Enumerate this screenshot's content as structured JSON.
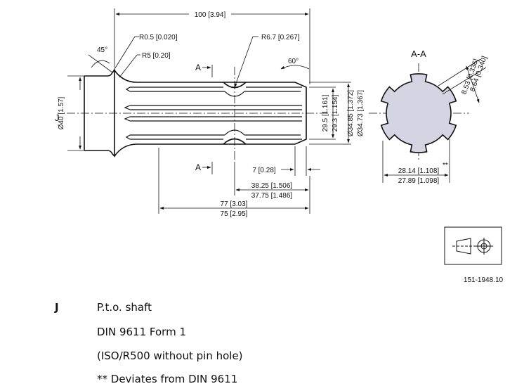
{
  "drawing": {
    "dims": {
      "overall_length": "100 [3.94]",
      "chamfer_angle": "45°",
      "r_small": "R0.5 [0.020]",
      "r_fillet": "R5 [0.20]",
      "r_groove": "R6.7 [0.267]",
      "tip_angle": "60°",
      "hub_dia": "Ø40 [1.57]",
      "root_max": "29.5 [1.161]",
      "root_min": "29.3 [1.154]",
      "major_max": "Ø34.85 [1.372]",
      "major_min": "Ø34.73 [1.367]",
      "end_len": "7 [0.28]",
      "groove_max": "38.25 [1.506]",
      "groove_min": "37.75 [1.486]",
      "spline_max": "77 [3.03]",
      "spline_min": "75 [2.95]",
      "width_max": "28.14 [1.108]",
      "width_min": "27.89 [1.098]",
      "deviation_mark": "**",
      "tooth_max": "8.64 [0.340]",
      "tooth_min": "8.53 [0.336]"
    },
    "section_marker": "A",
    "section_title": "A-A",
    "label_j": "J",
    "drawing_number": "151-1948.10"
  },
  "legend": {
    "key": "J",
    "lines": [
      "P.t.o. shaft",
      "DIN 9611 Form 1",
      "(ISO/R500 without pin hole)",
      "** Deviates from DIN 9611"
    ]
  },
  "colors": {
    "section_fill": "#d4d4e2",
    "line": "#111111"
  }
}
